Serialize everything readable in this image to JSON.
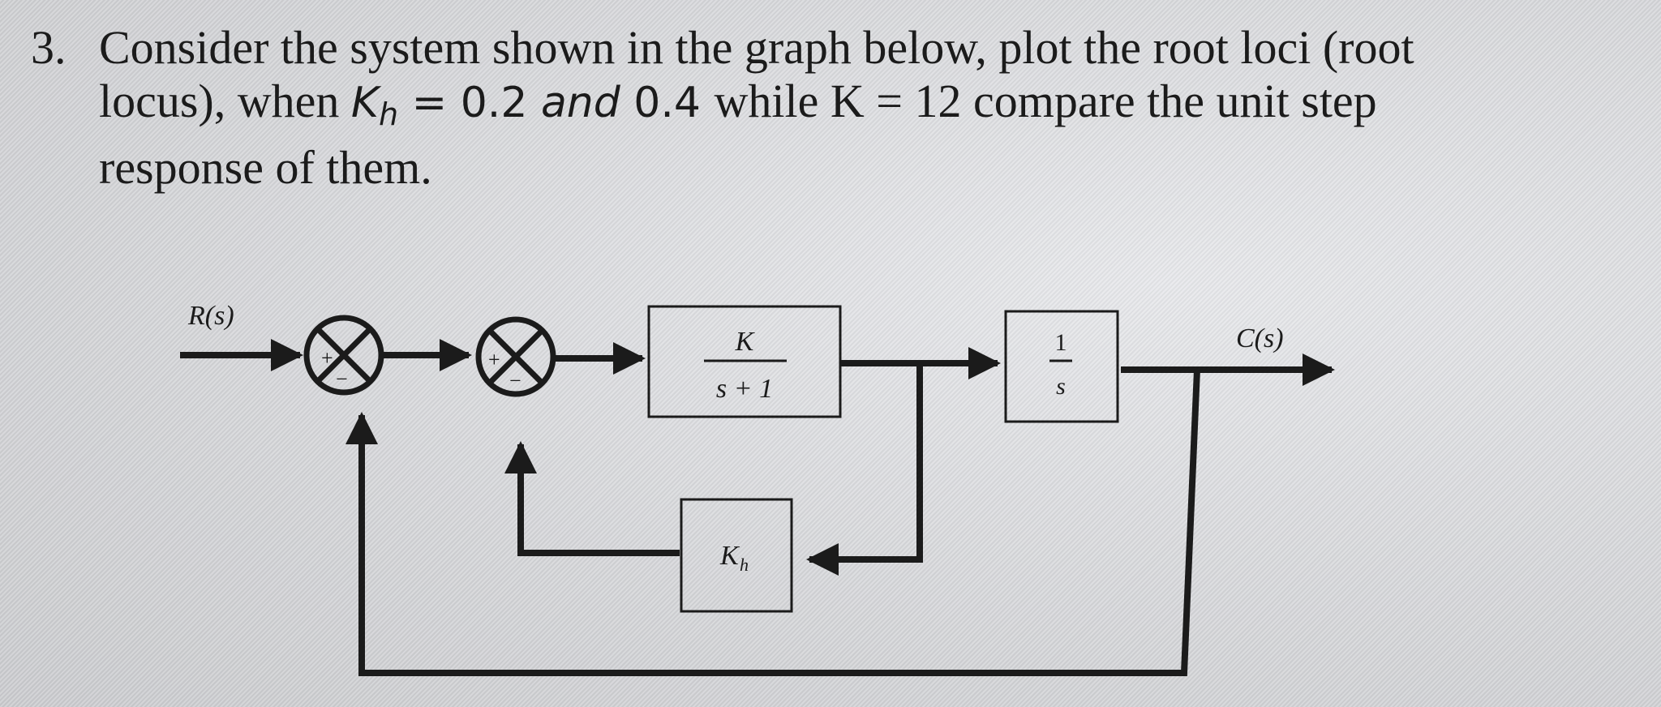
{
  "question": {
    "number": "3.",
    "line1": "Consider the system shown in the graph below, plot the root loci (root",
    "line2_a": "locus), when ",
    "kh_symbol": "K",
    "kh_sub": "h",
    "line2_eq": " = 0.2 ",
    "line2_and": "and",
    "line2_b": " 0.4 ",
    "line2_c": "while K = 12 compare the unit step",
    "line3": "response of them."
  },
  "diagram": {
    "input_label": "R(s)",
    "output_label": "C(s)",
    "sum1_plus": "+",
    "sum1_minus": "−",
    "sum2_plus": "+",
    "sum2_minus": "−",
    "plant_numerator": "K",
    "plant_denominator": "s + 1",
    "integrator_numerator": "1",
    "integrator_denominator": "s",
    "feedback_gain": "K",
    "feedback_gain_sub": "h"
  }
}
